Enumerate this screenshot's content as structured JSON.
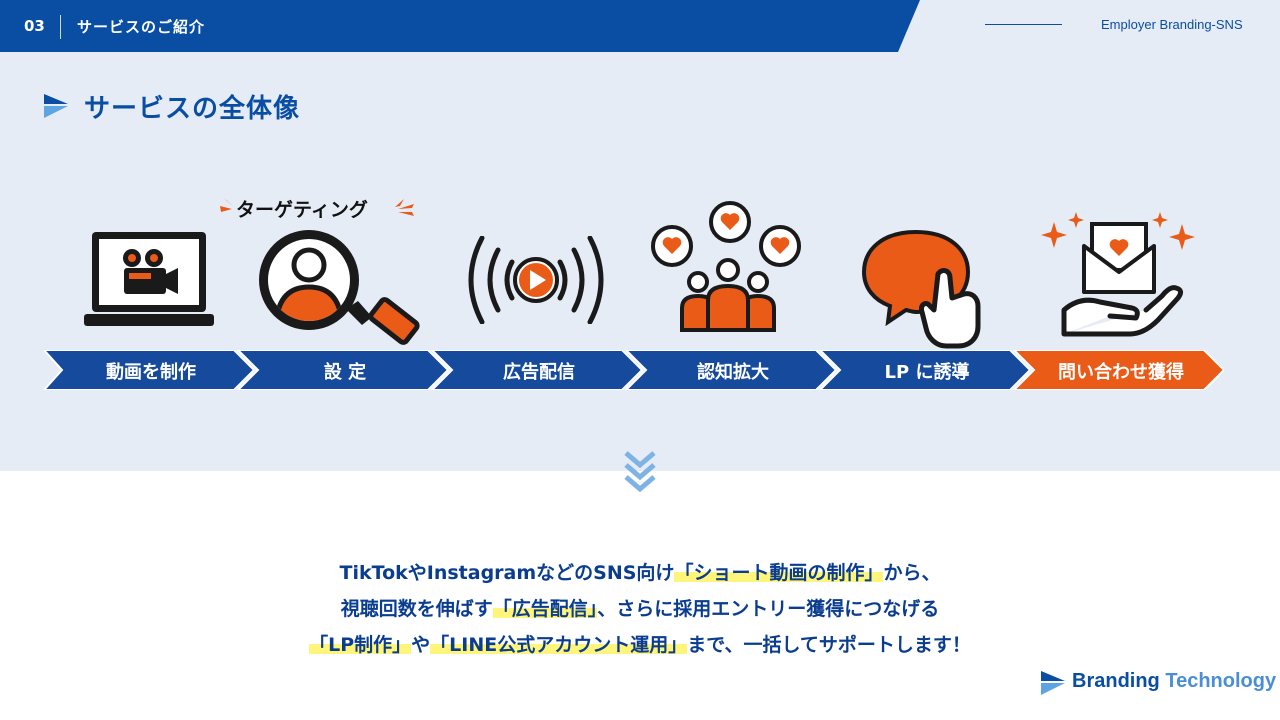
{
  "header": {
    "page_number": "03",
    "title": "サービスのご紹介",
    "right_label": "Employer Branding-SNS"
  },
  "section": {
    "title": "サービスの全体像"
  },
  "illustrations": {
    "targeting_label": "ターゲティング"
  },
  "steps": [
    {
      "label": "動画を制作",
      "color": "#154a9c"
    },
    {
      "label": "設 定",
      "color": "#154a9c"
    },
    {
      "label": "広告配信",
      "color": "#154a9c"
    },
    {
      "label": "認知拡大",
      "color": "#154a9c"
    },
    {
      "label": "LP に誘導",
      "color": "#154a9c"
    },
    {
      "label": "問い合わせ獲得",
      "color": "#ea5b17"
    }
  ],
  "description": {
    "line1_prefix": "TikTokやInstagramなどのSNS向け",
    "line1_highlight": "「ショート動画の制作」",
    "line1_suffix": "から、",
    "line2_prefix": "視聴回数を伸ばす",
    "line2_highlight": "「広告配信」",
    "line2_suffix": "、さらに採用エントリー獲得につなげる",
    "line3_highlight1": "「LP制作」",
    "line3_mid": "や",
    "line3_highlight2": "「LINE公式アカウント運用」",
    "line3_suffix": "まで、一括してサポートします！"
  },
  "brand": {
    "part1": "Branding",
    "part2": "Technology"
  },
  "colors": {
    "primary": "#0a4ea4",
    "accent": "#ea5b17",
    "background_band": "#e5ecf6",
    "highlight": "#fff57a"
  }
}
